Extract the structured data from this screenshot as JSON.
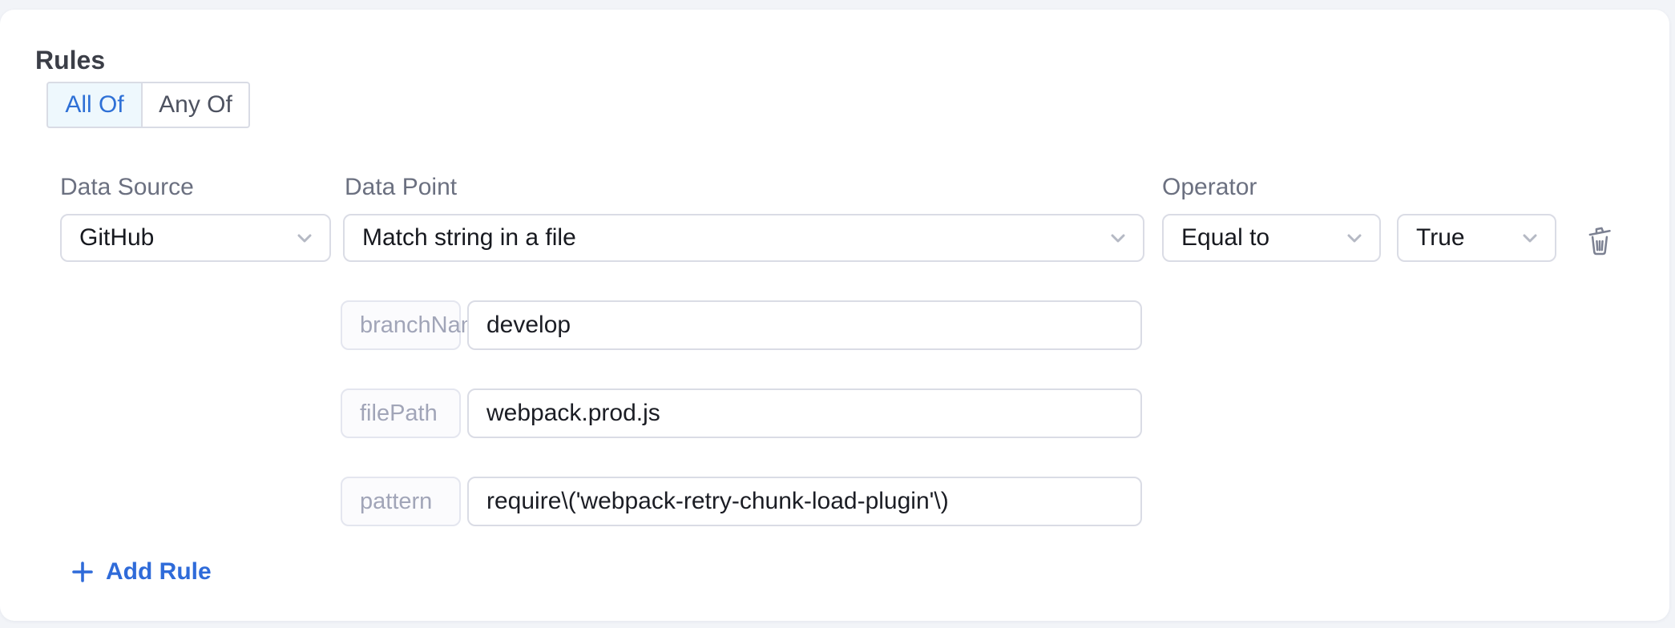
{
  "rules_section": {
    "title": "Rules"
  },
  "toggle": {
    "options": [
      {
        "label": "All Of",
        "selected": true
      },
      {
        "label": "Any Of",
        "selected": false
      }
    ]
  },
  "rule": {
    "data_source": {
      "label": "Data Source",
      "value": "GitHub"
    },
    "data_point": {
      "label": "Data Point",
      "value": "Match string in a file"
    },
    "operator": {
      "label": "Operator",
      "value": "Equal to"
    },
    "operator_target": {
      "value": "True"
    },
    "params": [
      {
        "key": "branchName",
        "value": "develop"
      },
      {
        "key": "filePath",
        "value": "webpack.prod.js"
      },
      {
        "key": "pattern",
        "value": "require\\('webpack-retry-chunk-load-plugin'\\)"
      }
    ]
  },
  "actions": {
    "add_rule_label": "Add Rule"
  },
  "icons": {
    "chevron": "chevron-down-icon",
    "trash": "trash-icon",
    "plus": "plus-icon"
  },
  "colors": {
    "accent_blue": "#2e70d6",
    "add_rule_blue": "#2f6bd9",
    "selected_toggle_bg": "#eef8fd",
    "card_bg": "#ffffff",
    "page_bg": "#f2f4f8",
    "border": "#dadce5",
    "label_gray": "#6b7080",
    "key_text_gray": "#a1a5b8",
    "trash_gray": "#7c8192"
  }
}
